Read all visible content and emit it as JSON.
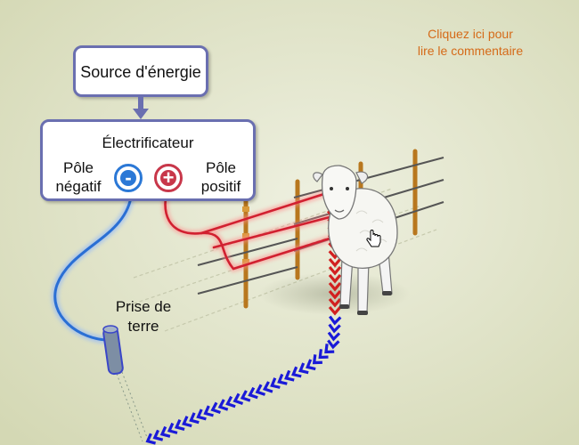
{
  "comment_link": {
    "line1": "Cliquez ici pour",
    "line2": "lire le commentaire"
  },
  "energy_source": {
    "label": "Source d'énergie"
  },
  "energizer": {
    "title": "Électrificateur",
    "negative_pole": {
      "line1": "Pôle",
      "line2": "négatif",
      "symbol": "-"
    },
    "positive_pole": {
      "line1": "Pôle",
      "line2": "positif",
      "symbol": "+"
    }
  },
  "ground": {
    "line1": "Prise de",
    "line2": "terre"
  },
  "colors": {
    "negative": "#2b78d6",
    "positive": "#c8374a",
    "link": "#d56a18",
    "box_border": "#6a6fb0",
    "current_chevron_red": "#d22020",
    "current_chevron_blue": "#1a1ad8"
  },
  "icons": [
    "arrow-down-icon",
    "minus-icon",
    "plus-icon",
    "hand-cursor-icon",
    "sheep-illustration",
    "fence-illustration",
    "ground-rod-illustration"
  ]
}
